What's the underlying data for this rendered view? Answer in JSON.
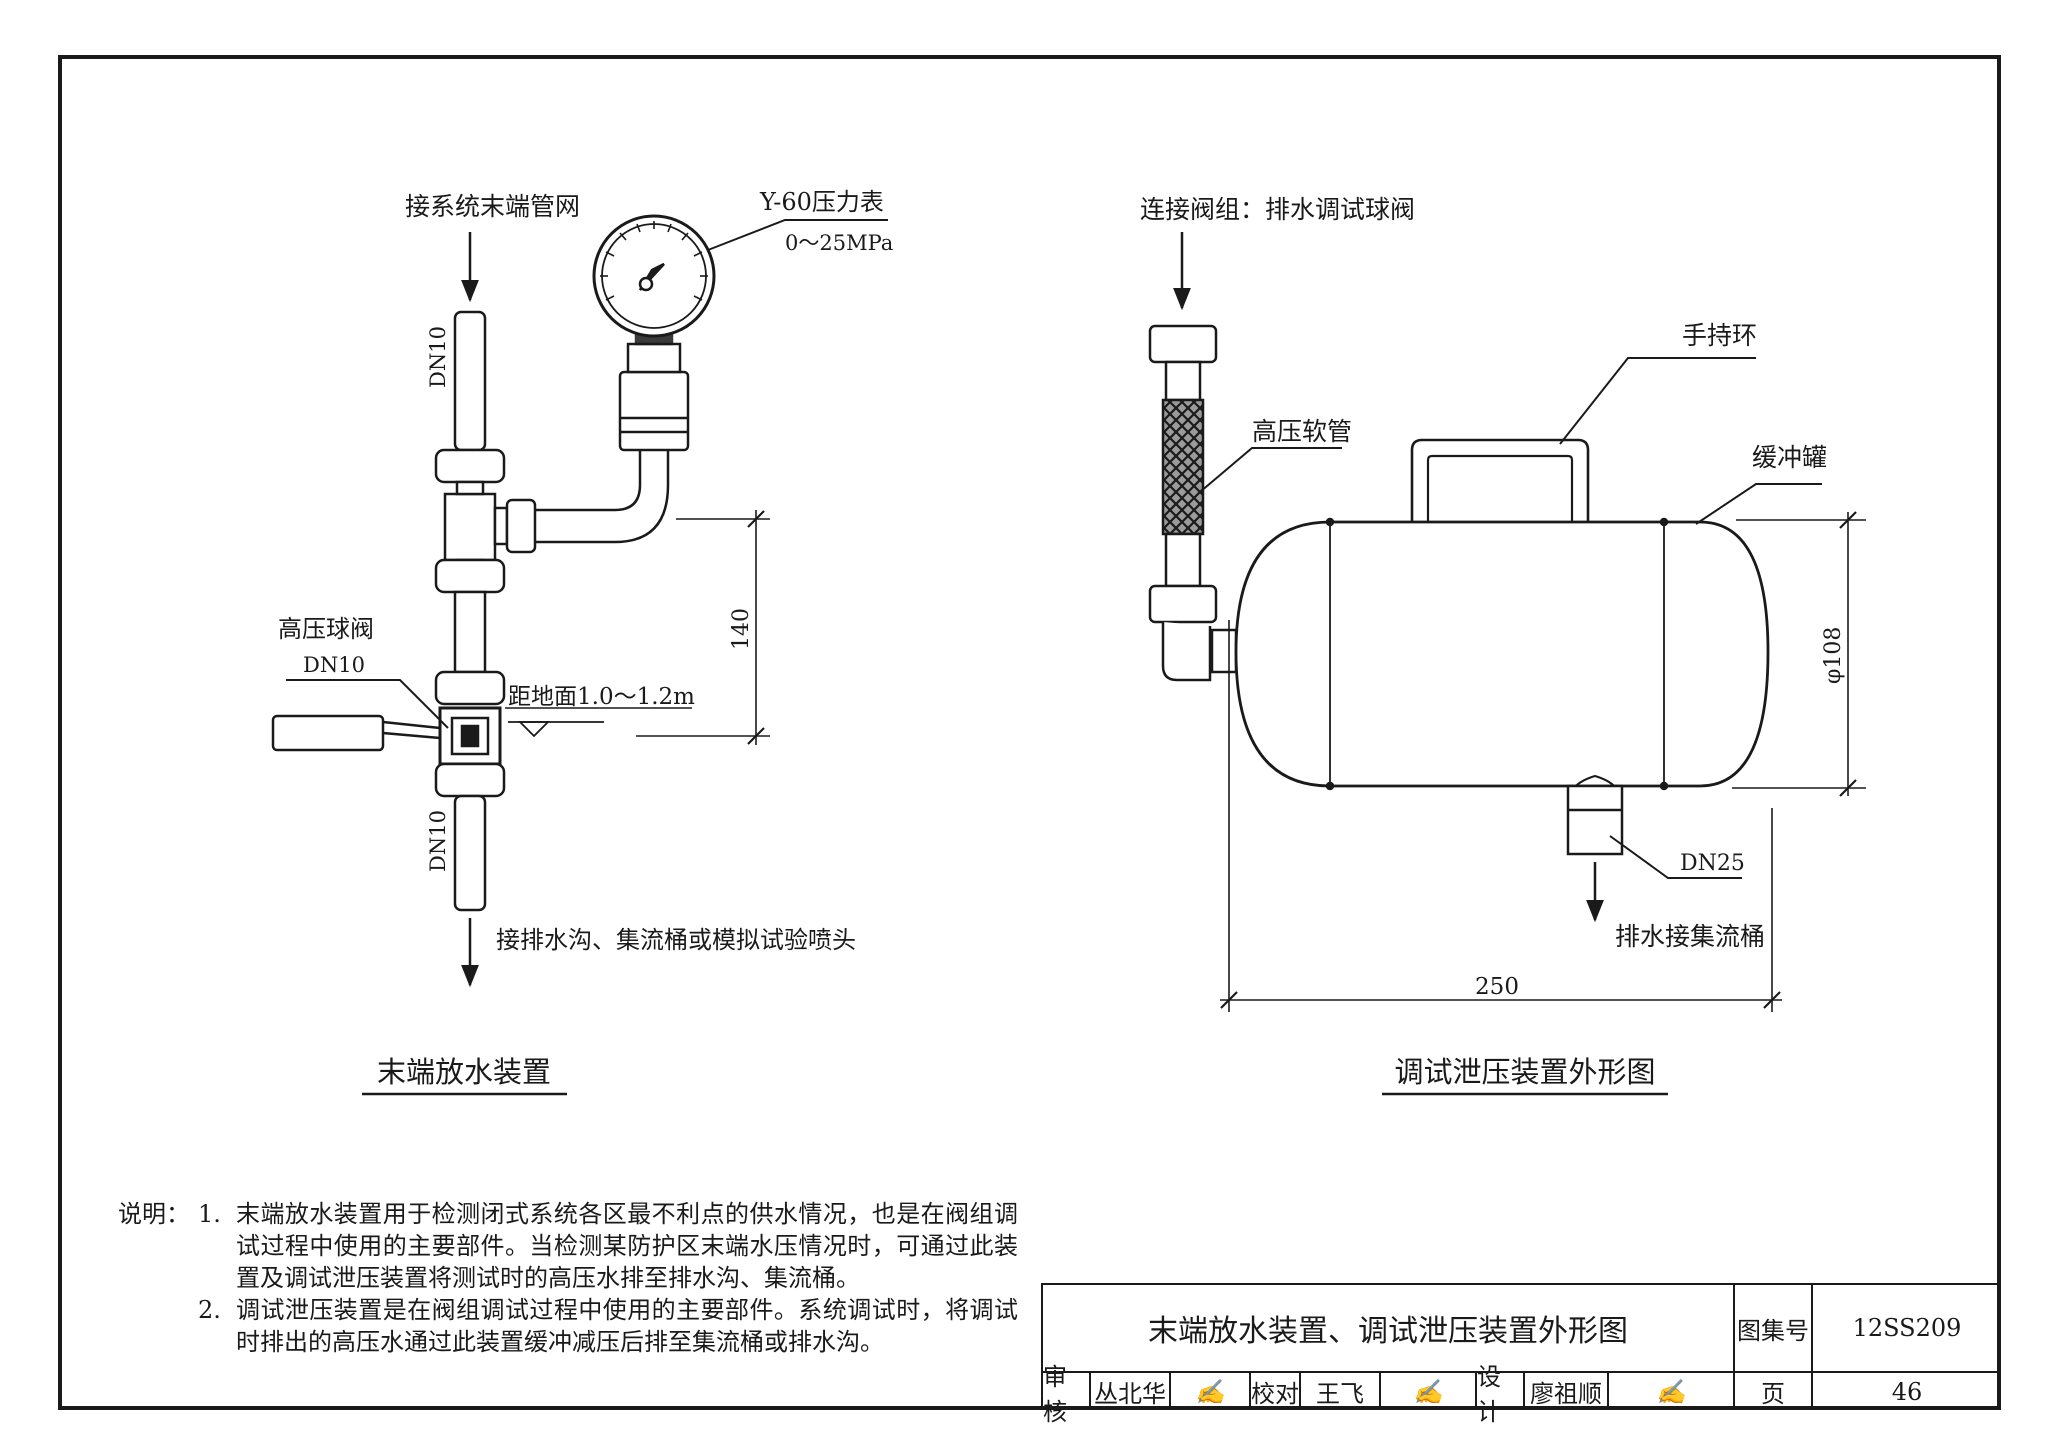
{
  "left_figure": {
    "top_label": "接系统末端管网",
    "gauge_model": "Y-60压力表",
    "gauge_range": "0～25MPa",
    "pipe_upper_size": "DN10",
    "pipe_lower_size": "DN10",
    "valve_name": "高压球阀",
    "valve_size": "DN10",
    "height_dim": "140",
    "floor_note": "距地面1.0～1.2m",
    "bottom_label": "接排水沟、集流桶或模拟试验喷头",
    "caption": "末端放水装置"
  },
  "right_figure": {
    "top_label": "连接阀组：排水调试球阀",
    "hose_label": "高压软管",
    "handle_label": "手持环",
    "tank_label": "缓冲罐",
    "diameter_dim": "φ108",
    "outlet_size": "DN25",
    "drain_label": "排水接集流桶",
    "length_dim": "250",
    "caption": "调试泄压装置外形图"
  },
  "notes": {
    "lead": "说明：",
    "items": [
      {
        "num": "1.",
        "text": "末端放水装置用于检测闭式系统各区最不利点的供水情况，也是在阀组调试过程中使用的主要部件。当检测某防护区末端水压情况时，可通过此装置及调试泄压装置将测试时的高压水排至排水沟、集流桶。"
      },
      {
        "num": "2.",
        "text": "调试泄压装置是在阀组调试过程中使用的主要部件。系统调试时，将调试时排出的高压水通过此装置缓冲减压后排至集流桶或排水沟。"
      }
    ]
  },
  "title_block": {
    "drawing_title": "末端放水装置、调试泄压装置外形图",
    "atlas_label": "图集号",
    "atlas_no": "12SS209",
    "review_label": "审核",
    "reviewer": "丛北华",
    "check_label": "校对",
    "checker": "王飞",
    "design_label": "设计",
    "designer": "廖祖顺",
    "page_label": "页",
    "page_no": "46"
  }
}
